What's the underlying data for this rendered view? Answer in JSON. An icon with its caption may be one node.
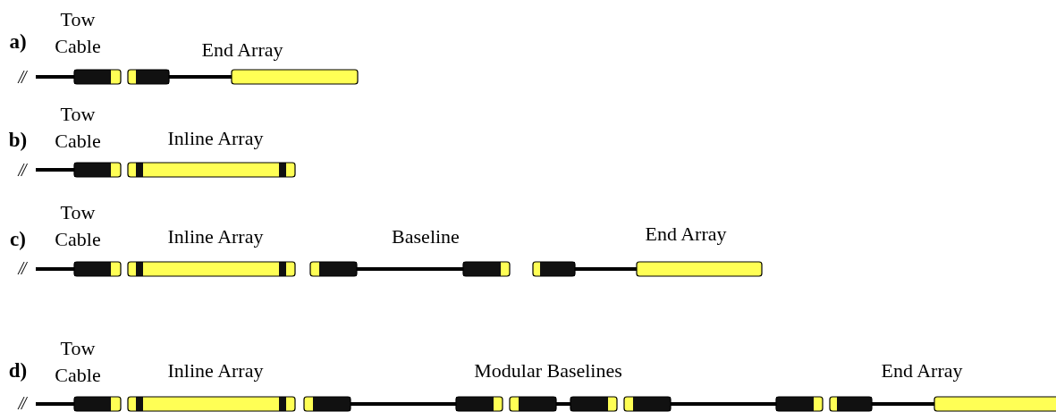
{
  "diagram": {
    "labels": [
      "a)",
      "Tow Cable",
      "End Array",
      "//",
      "b)",
      "Tow Cable",
      "Inline Array",
      "//",
      "c)",
      "Tow Cable",
      "Inline Array",
      "Baseline",
      "End Array",
      "//",
      "d)",
      "Tow Cable",
      "Inline Array",
      "Modular Baselines",
      "End Array",
      "//"
    ]
  }
}
